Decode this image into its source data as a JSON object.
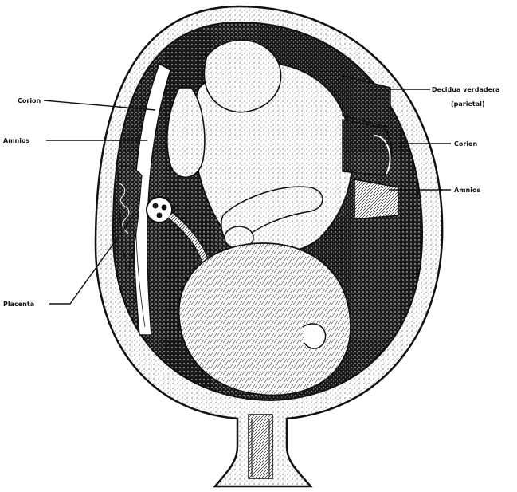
{
  "labels": {
    "corion_left": "Corion",
    "amnios_left": "Amnios",
    "placenta": "Placenta",
    "decidua_line1": "Decidua verdadera",
    "decidua_line2": "(parietal)",
    "corion_right": "Corion",
    "amnios_right": "Amnios"
  },
  "colors": {
    "ink": "#111111",
    "background": "#ffffff",
    "cavity": "#1a1a1a"
  }
}
